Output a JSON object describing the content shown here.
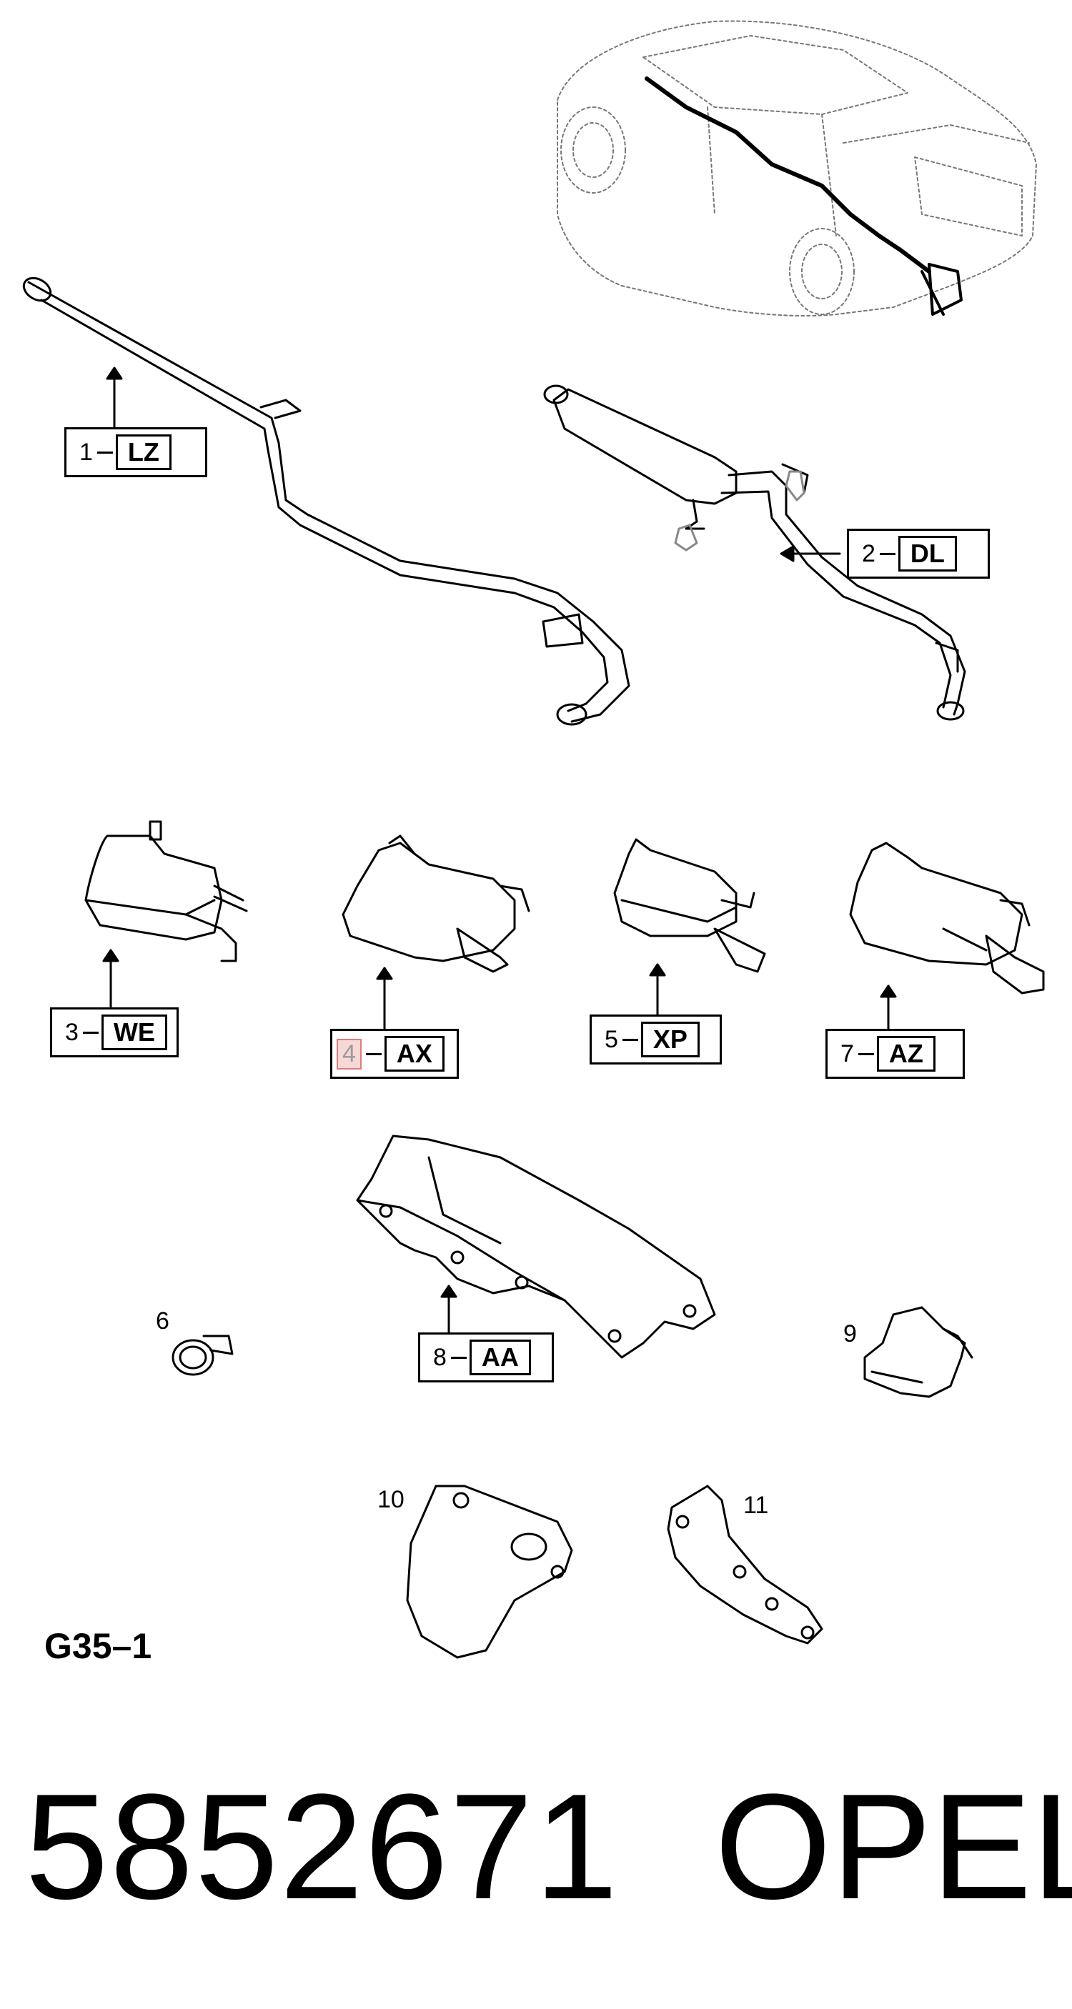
{
  "diagram_code": "G35–1",
  "part_number": "5852671",
  "brand": "OPEL",
  "labels": [
    {
      "num": "1",
      "code": "LZ"
    },
    {
      "num": "2",
      "code": "DL"
    },
    {
      "num": "3",
      "code": "WE"
    },
    {
      "num": "4",
      "code": "AX",
      "highlighted": true
    },
    {
      "num": "5",
      "code": "XP"
    },
    {
      "num": "7",
      "code": "AZ"
    },
    {
      "num": "8",
      "code": "AA"
    }
  ],
  "callouts": [
    "6",
    "9",
    "10",
    "11"
  ]
}
